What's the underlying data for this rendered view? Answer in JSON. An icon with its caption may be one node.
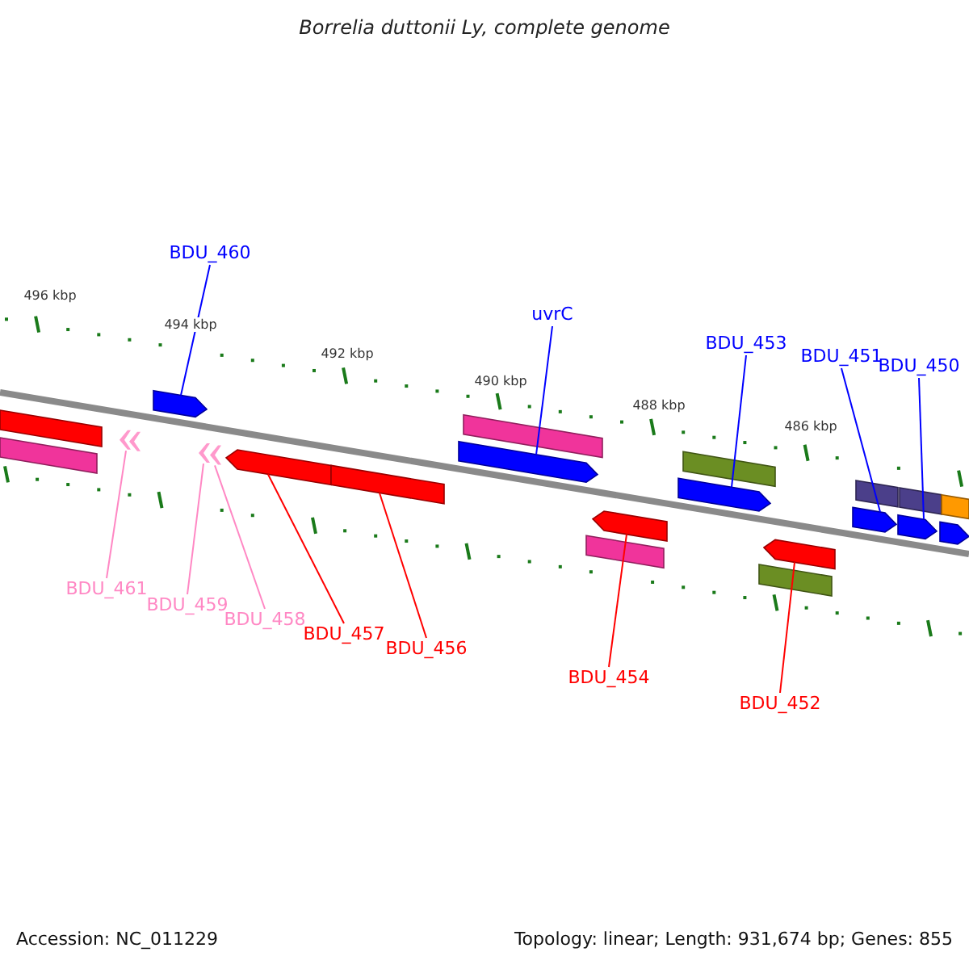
{
  "diagram": {
    "title": "Borrelia duttonii Ly, complete genome",
    "nodes": [
      {
        "text": [
          "BDU_460"
        ]
      },
      {
        "text": [
          "uvrC"
        ]
      },
      {
        "text": [
          "BDU_453"
        ]
      },
      {
        "text": [
          "BDU_451"
        ]
      },
      {
        "text": [
          "BDU_450"
        ]
      },
      {
        "text": [
          "BDU_461"
        ]
      },
      {
        "text": [
          "BDU_459"
        ]
      },
      {
        "text": [
          "BDU_458"
        ]
      },
      {
        "text": [
          "BDU_457"
        ]
      },
      {
        "text": [
          "BDU_456"
        ]
      },
      {
        "text": [
          "BDU_454"
        ]
      },
      {
        "text": [
          "BDU_452"
        ]
      },
      {
        "text": [],
        "shape": "bar"
      },
      {
        "text": [],
        "shape": "bar"
      },
      {
        "text": [],
        "shape": "arrow"
      },
      {
        "text": [],
        "shape": "arrow"
      },
      {
        "text": [],
        "shape": "arrow"
      },
      {
        "text": [],
        "shape": "arrow"
      },
      {
        "text": [],
        "shape": "arrow"
      },
      {
        "text": [],
        "shape": "bar"
      },
      {
        "text": [],
        "shape": "arrow"
      },
      {
        "text": [],
        "shape": "bar"
      },
      {
        "text": [],
        "shape": "bar"
      },
      {
        "text": [],
        "shape": "arrow"
      },
      {
        "text": [],
        "shape": "arrow"
      },
      {
        "text": [],
        "shape": "bar"
      },
      {
        "text": [],
        "shape": "bar"
      },
      {
        "text": [],
        "shape": "arrow"
      },
      {
        "text": [],
        "shape": "arrow"
      },
      {
        "text": [],
        "shape": "bar"
      },
      {
        "text": [],
        "shape": "arrow"
      },
      {
        "text": [],
        "shape": "bar"
      },
      {
        "text": [],
        "shape": "arrow"
      },
      {
        "text": [],
        "shape": "bar"
      }
    ],
    "edges": [
      {
        "from": 0,
        "to": 15,
        "arrow": "none",
        "color": "#0000ff"
      },
      {
        "from": 1,
        "to": 20,
        "arrow": "none",
        "color": "#0000ff"
      },
      {
        "from": 2,
        "to": 24,
        "arrow": "none",
        "color": "#0000ff"
      },
      {
        "from": 3,
        "to": 28,
        "arrow": "none",
        "color": "#0000ff"
      },
      {
        "from": 4,
        "to": 30,
        "arrow": "none",
        "color": "#0000ff"
      },
      {
        "from": 5,
        "to": 14,
        "arrow": "none",
        "color": "#ff88c4"
      },
      {
        "from": 6,
        "to": 16,
        "arrow": "none",
        "color": "#ff88c4"
      },
      {
        "from": 7,
        "to": 17,
        "arrow": "none",
        "color": "#ff88c4"
      },
      {
        "from": 8,
        "to": 18,
        "arrow": "none",
        "color": "#ff0000"
      },
      {
        "from": 9,
        "to": 19,
        "arrow": "none",
        "color": "#ff0000"
      },
      {
        "from": 10,
        "to": 23,
        "arrow": "none",
        "color": "#ff0000"
      },
      {
        "from": 11,
        "to": 27,
        "arrow": "none",
        "color": "#ff0000"
      }
    ],
    "labels": [
      "496 kbp",
      "494 kbp",
      "492 kbp",
      "490 kbp",
      "488 kbp",
      "486 kbp",
      "Accession: NC_011229",
      "Topology: linear; Length: 931,674 bp; Genes: 855"
    ]
  }
}
